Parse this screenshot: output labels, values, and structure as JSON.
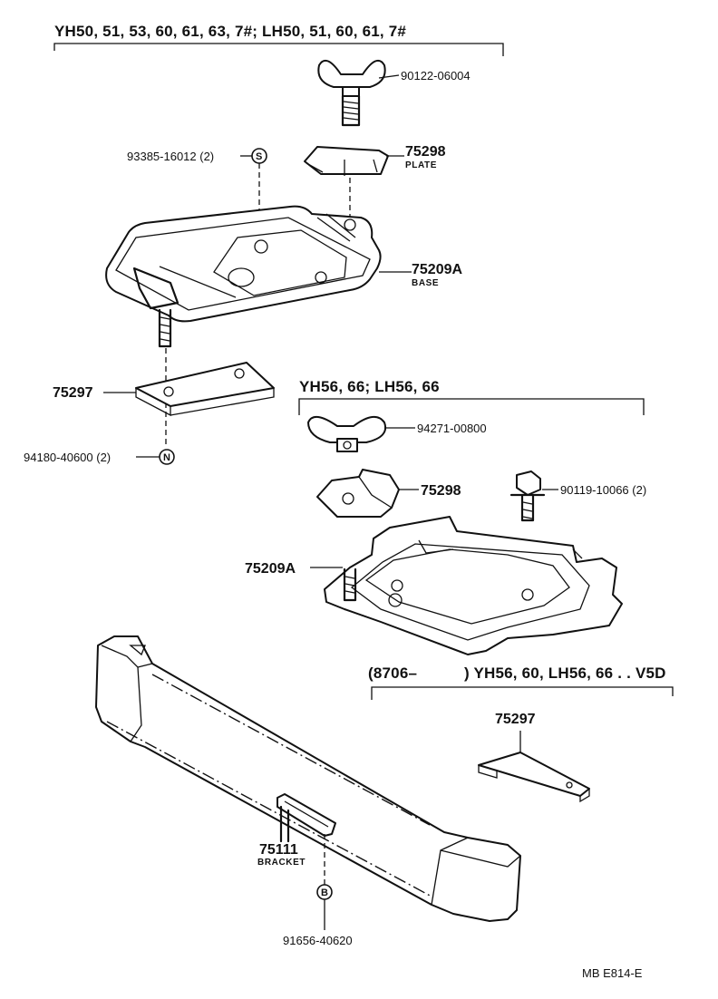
{
  "groups": {
    "top_header": "YH50, 51, 53, 60, 61, 63, 7#; LH50, 51, 60, 61, 7#",
    "middle_header": "YH56, 66; LH56, 66",
    "bottom_header_start": "(8706–",
    "bottom_header_end": ") YH56, 60, LH56, 66 . . V5D"
  },
  "callouts": {
    "wing_bolt_top": "90122-06004",
    "clip_s": "93385-16012 (2)",
    "plate_top_number": "75298",
    "plate_top_name": "PLATE",
    "base_top_number": "75209A",
    "base_top_name": "BASE",
    "bracket_lower_left": "75297",
    "nut_n": "94180-40600 (2)",
    "wing_nut_mid": "94271-00800",
    "plate_mid": "75298",
    "bolt_mid": "90119-10066 (2)",
    "base_mid": "75209A",
    "bracket_right": "75297",
    "bracket_bottom_number": "75111",
    "bracket_bottom_name": "BRACKET",
    "bolt_b": "91656-40620"
  },
  "symbols": {
    "s": "S",
    "n": "N",
    "b": "B"
  },
  "footer": {
    "code": "MB  E814-E"
  }
}
